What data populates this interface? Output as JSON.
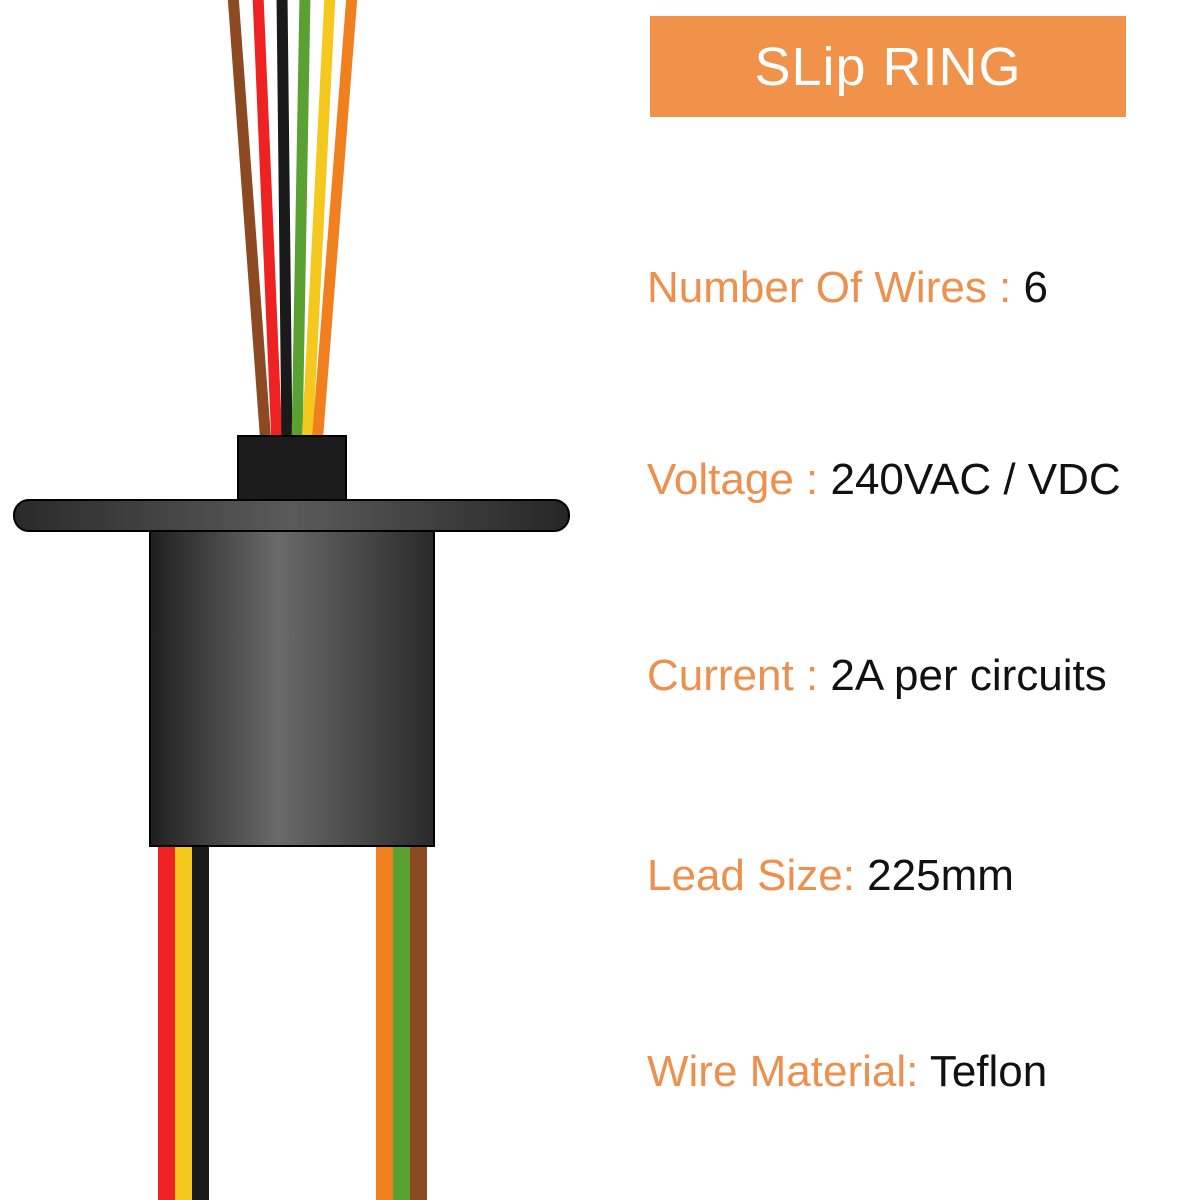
{
  "title": "SLip RING",
  "specs": [
    {
      "label": "Number Of Wires : ",
      "value": "6"
    },
    {
      "label": "Voltage : ",
      "value": "240VAC / VDC"
    },
    {
      "label": "Current : ",
      "value": "2A per circuits"
    },
    {
      "label": "Lead Size: ",
      "value": "225mm"
    },
    {
      "label": "Wire Material: ",
      "value": "Teflon"
    }
  ],
  "colors": {
    "accent": "#f0924a",
    "label_text": "#ee904d",
    "value_text": "#111111",
    "wires": {
      "brown": "#8b4a22",
      "red": "#ee2222",
      "black": "#1a1a1a",
      "green": "#5aa032",
      "yellow": "#f5c81e",
      "orange": "#f07f1e"
    }
  },
  "illustration": {
    "name": "slip-ring-product",
    "top_wires": [
      "brown",
      "red",
      "black",
      "green",
      "yellow",
      "orange"
    ],
    "bottom_wires_left": [
      "red",
      "yellow",
      "black"
    ],
    "bottom_wires_right": [
      "orange",
      "green",
      "brown"
    ]
  }
}
